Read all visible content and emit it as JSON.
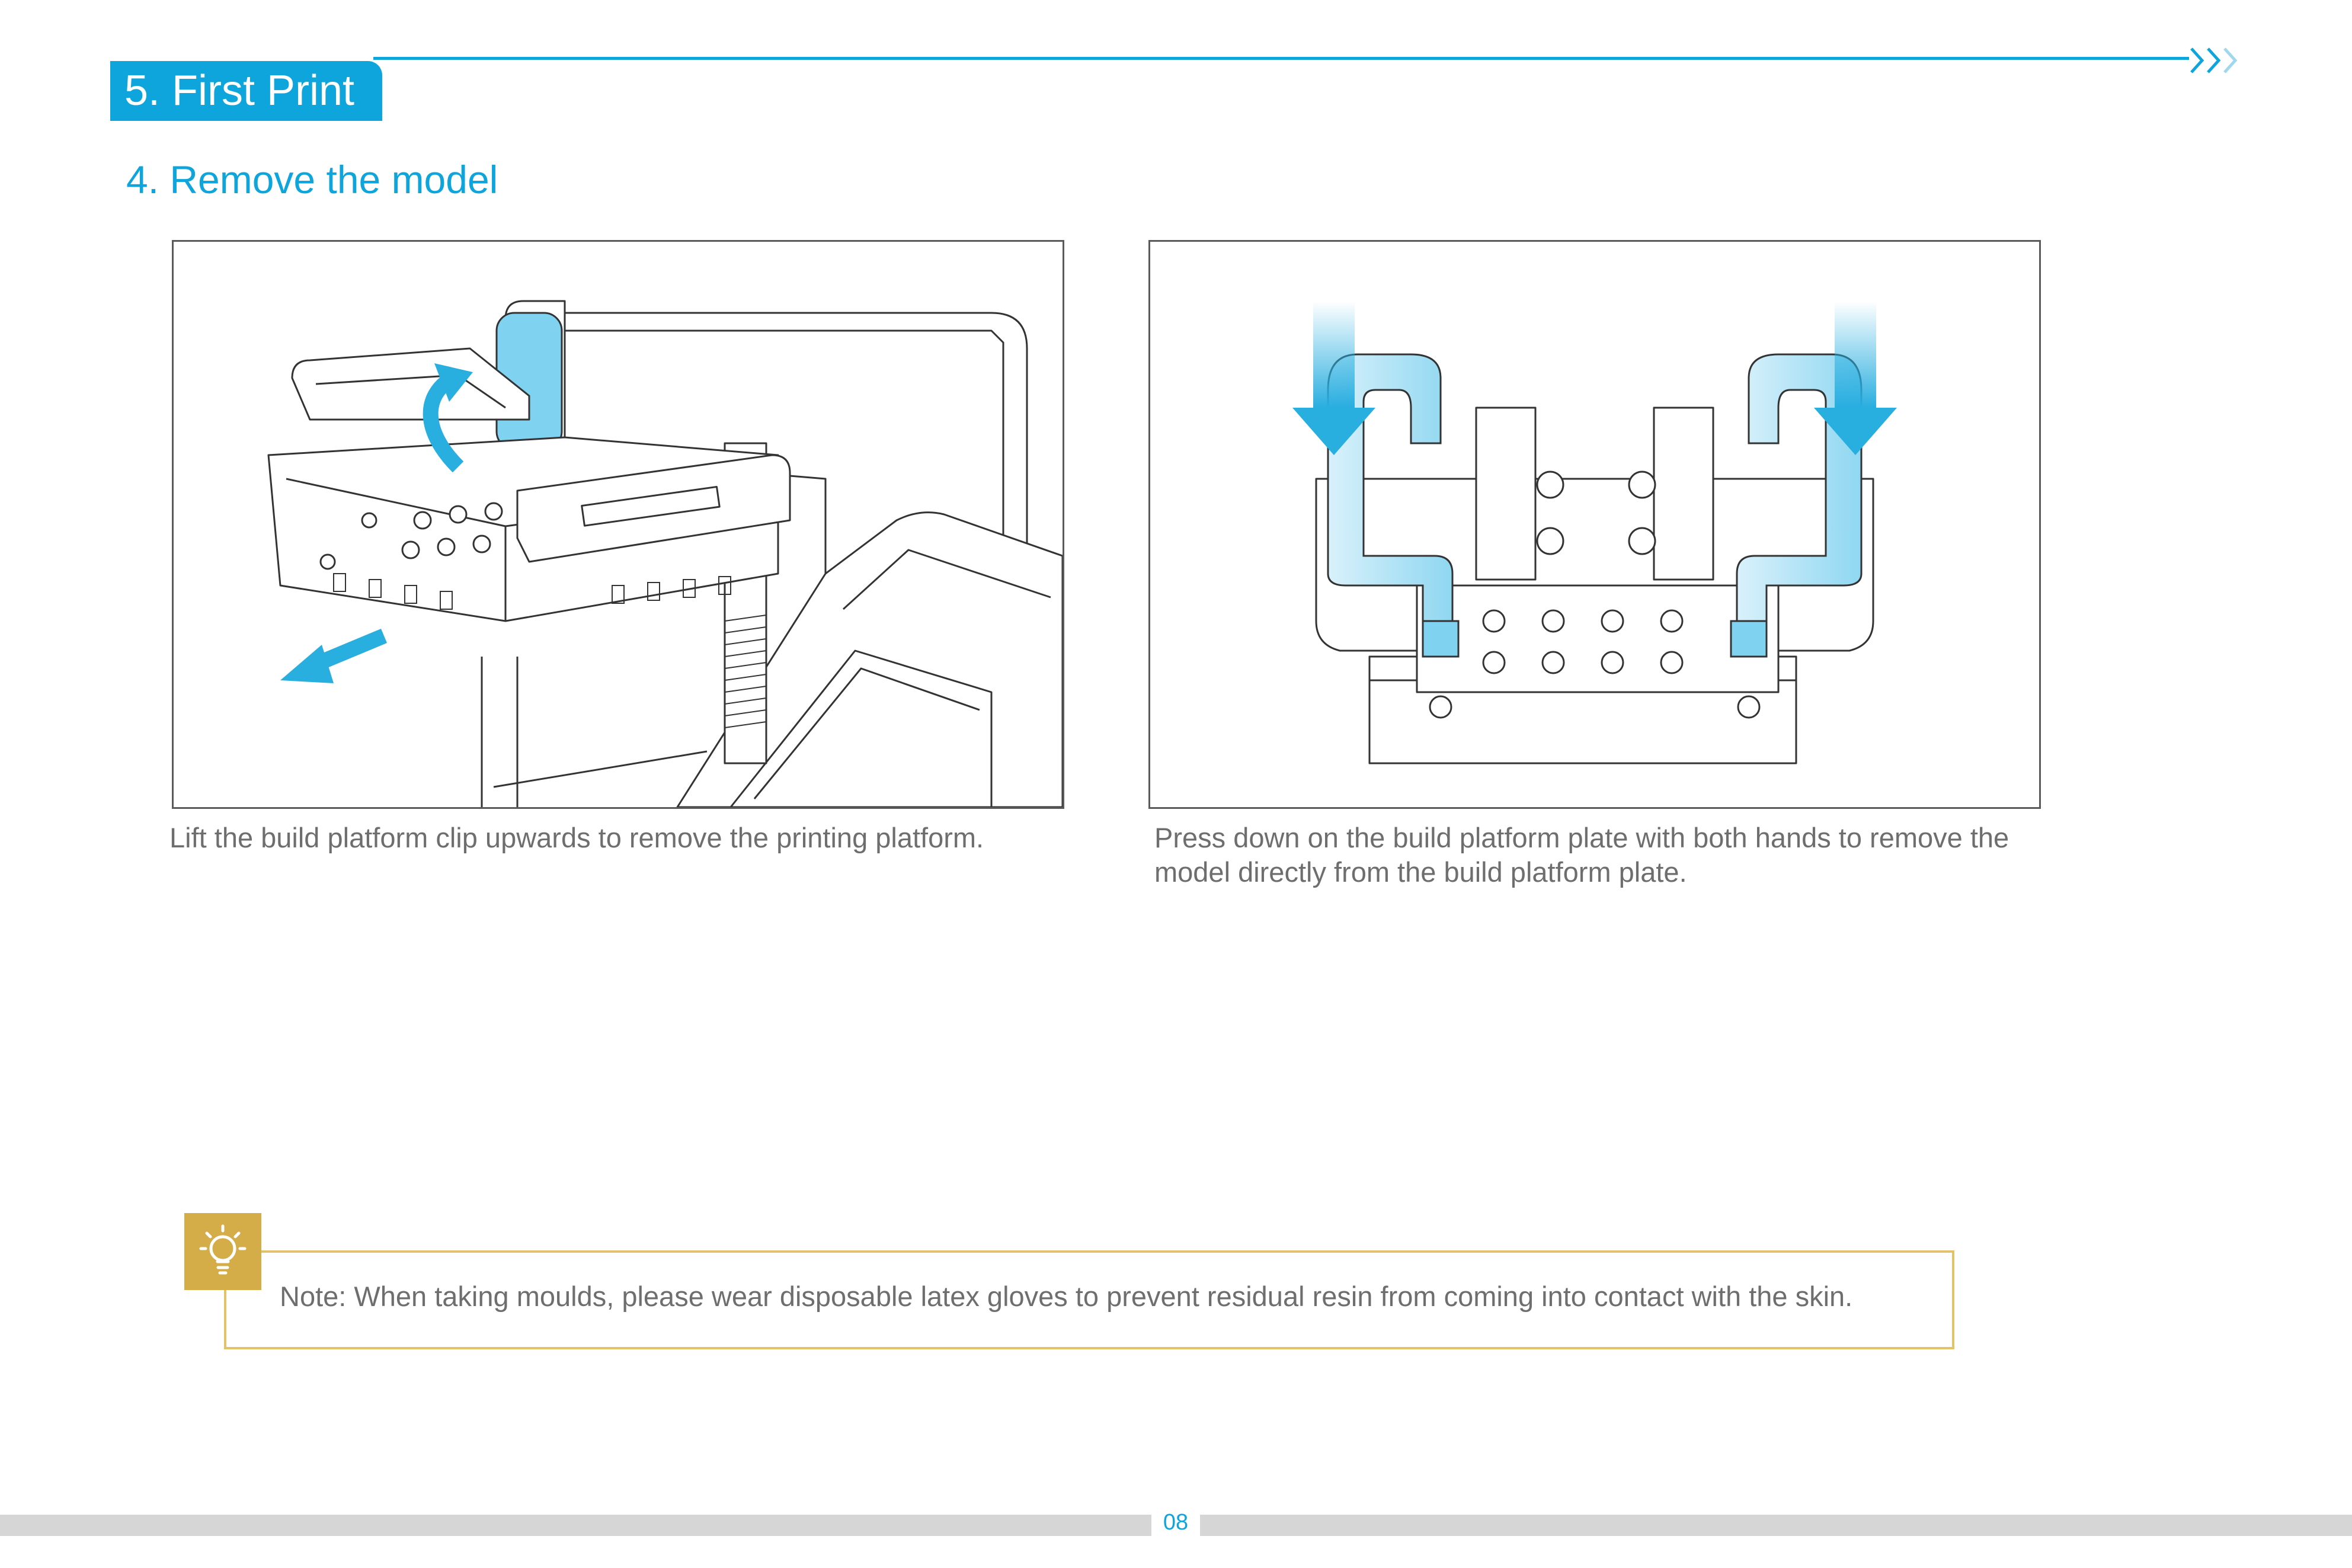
{
  "header": {
    "section_title": "5. First Print",
    "accent_color": "#0ea5dc",
    "nav_icon": "triple-chevron-right-icon"
  },
  "step": {
    "title": "4. Remove the model"
  },
  "figures": [
    {
      "illustration": "printer-platform-clip-lift",
      "caption": "Lift the build platform clip upwards to remove the printing platform."
    },
    {
      "illustration": "build-plate-press-down",
      "caption": "Press down on the build platform plate with both hands to remove the model directly from the  build platform plate."
    }
  ],
  "note": {
    "icon": "lightbulb-icon",
    "text": "Note: When taking moulds, please wear disposable latex gloves to prevent residual resin from coming into contact with the skin.",
    "accent_color": "#d4ad48"
  },
  "footer": {
    "page_number": "08"
  }
}
